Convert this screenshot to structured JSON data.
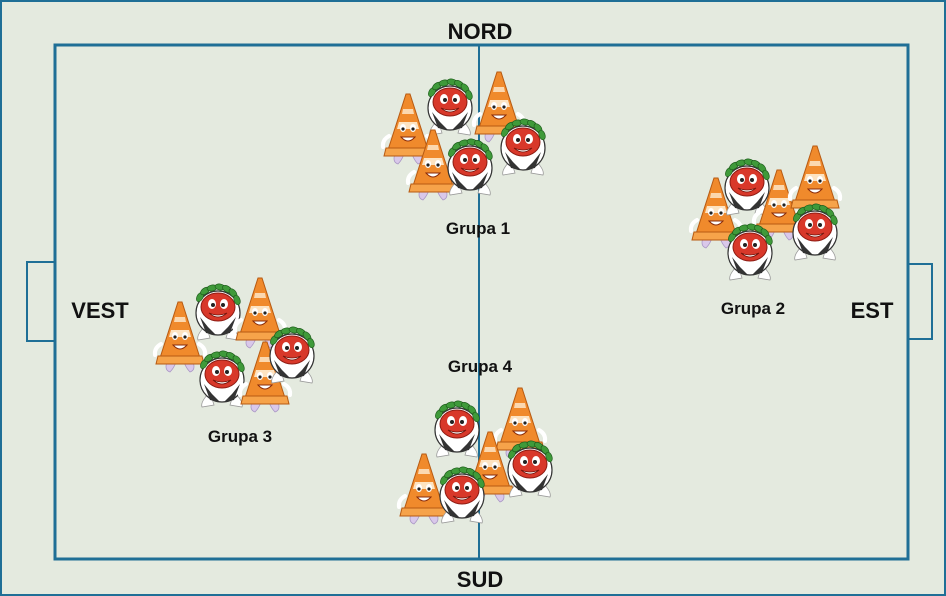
{
  "directions": {
    "north": "NORD",
    "south": "SUD",
    "west": "VEST",
    "east": "EST"
  },
  "groups": [
    {
      "label": "Grupa 1",
      "members": {
        "cones": 3,
        "balls": 3
      }
    },
    {
      "label": "Grupa 2",
      "members": {
        "cones": 3,
        "balls": 3
      }
    },
    {
      "label": "Grupa 3",
      "members": {
        "cones": 3,
        "balls": 3
      }
    },
    {
      "label": "Grupa 4",
      "members": {
        "cones": 3,
        "balls": 3
      }
    }
  ],
  "colors": {
    "field": "#e4eadf",
    "lines": "#1f6f96",
    "cone": "#f08a2c",
    "ball_leaves": "#3f9a3a",
    "ball_face": "#d8382a"
  },
  "icons": [
    "traffic-cone-mascot",
    "soccer-ball-mascot"
  ]
}
